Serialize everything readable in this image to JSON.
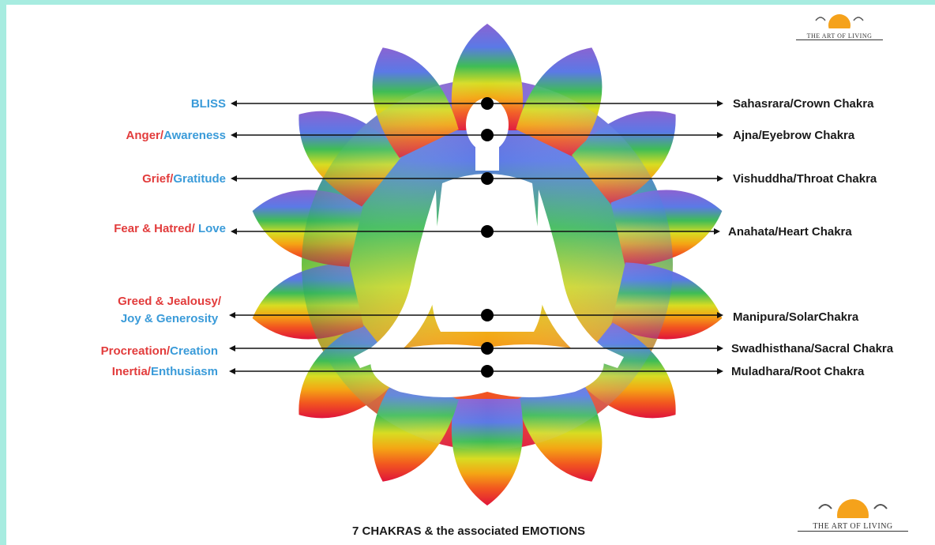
{
  "logo_text": "THE ART OF LIVING",
  "caption": "7 CHAKRAS & the associated EMOTIONS",
  "colors": {
    "negative": "#e23c3c",
    "positive": "#3a9bd9"
  },
  "emotions": [
    {
      "negative": "",
      "separator": "",
      "positive": "BLISS"
    },
    {
      "negative": "Anger",
      "separator": "/",
      "positive": "Awareness"
    },
    {
      "negative": "Grief",
      "separator": "/",
      "positive": "Gratitude"
    },
    {
      "negative": "Fear & Hatred",
      "separator": "/ ",
      "positive": "Love"
    },
    {
      "negative": "Greed & Jealousy/",
      "separator": "",
      "positive": "Joy & Generosity"
    },
    {
      "negative": "Procreation",
      "separator": "/",
      "positive": "Creation"
    },
    {
      "negative": "Inertia",
      "separator": "/",
      "positive": "Enthusiasm"
    }
  ],
  "chakras": [
    "Sahasrara/Crown Chakra",
    "Ajna/Eyebrow Chakra",
    "Vishuddha/Throat Chakra",
    "Anahata/Heart Chakra",
    "Manipura/SolarChakra",
    "Swadhisthana/Sacral Chakra",
    "Muladhara/Root Chakra"
  ]
}
